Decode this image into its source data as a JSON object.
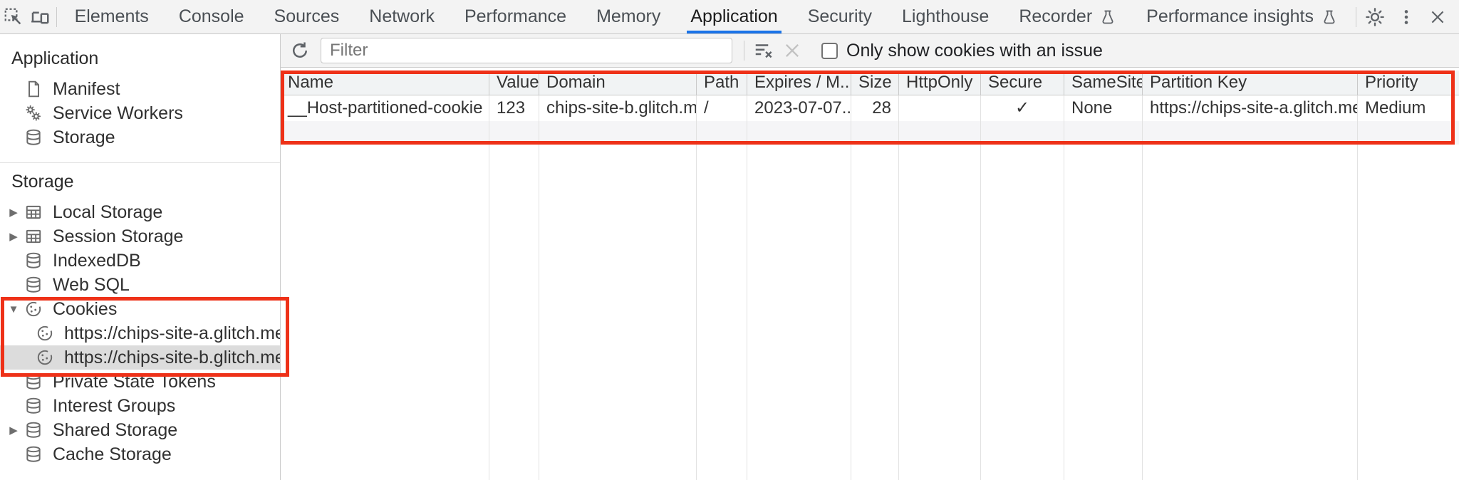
{
  "topbar": {
    "tabs": [
      {
        "label": "Elements"
      },
      {
        "label": "Console"
      },
      {
        "label": "Sources"
      },
      {
        "label": "Network"
      },
      {
        "label": "Performance"
      },
      {
        "label": "Memory"
      },
      {
        "label": "Application",
        "selected": true
      },
      {
        "label": "Security"
      },
      {
        "label": "Lighthouse"
      },
      {
        "label": "Recorder",
        "experimental": true
      },
      {
        "label": "Performance insights",
        "experimental": true
      }
    ]
  },
  "sidebar": {
    "application_section": {
      "title": "Application",
      "items": [
        {
          "label": "Manifest",
          "icon": "file-icon"
        },
        {
          "label": "Service Workers",
          "icon": "gears-icon"
        },
        {
          "label": "Storage",
          "icon": "database-icon"
        }
      ]
    },
    "storage_section": {
      "title": "Storage",
      "items": [
        {
          "label": "Local Storage",
          "icon": "table-icon",
          "expander": "collapsed"
        },
        {
          "label": "Session Storage",
          "icon": "table-icon",
          "expander": "collapsed"
        },
        {
          "label": "IndexedDB",
          "icon": "database-icon"
        },
        {
          "label": "Web SQL",
          "icon": "database-icon"
        },
        {
          "label": "Cookies",
          "icon": "cookie-icon",
          "expander": "expanded"
        },
        {
          "label": "https://chips-site-a.glitch.me",
          "icon": "cookie-icon",
          "child": true
        },
        {
          "label": "https://chips-site-b.glitch.me",
          "icon": "cookie-icon",
          "child": true,
          "selected": true
        },
        {
          "label": "Private State Tokens",
          "icon": "database-icon"
        },
        {
          "label": "Interest Groups",
          "icon": "database-icon"
        },
        {
          "label": "Shared Storage",
          "icon": "database-icon",
          "expander": "collapsed"
        },
        {
          "label": "Cache Storage",
          "icon": "database-icon"
        }
      ]
    }
  },
  "cookie_panel": {
    "toolbar": {
      "filter_placeholder": "Filter",
      "only_show_label": "Only show cookies with an issue"
    },
    "table": {
      "columns": [
        "Name",
        "Value",
        "Domain",
        "Path",
        "Expires / M...",
        "Size",
        "HttpOnly",
        "Secure",
        "SameSite",
        "Partition Key",
        "Priority"
      ],
      "rows": [
        {
          "name": "__Host-partitioned-cookie",
          "value": "123",
          "domain": "chips-site-b.glitch.me",
          "path": "/",
          "expires": "2023-07-07...",
          "size": "28",
          "http_only": "",
          "secure": "✓",
          "same_site": "None",
          "partition_key": "https://chips-site-a.glitch.me",
          "priority": "Medium"
        }
      ]
    }
  },
  "colors": {
    "accent_blue": "#1a73e8",
    "highlight_red": "#ee3118",
    "selected_item_bg": "#dcdcdc",
    "toolbar_bg": "#f3f3f3",
    "header_row_bg": "#f1f3f4"
  }
}
